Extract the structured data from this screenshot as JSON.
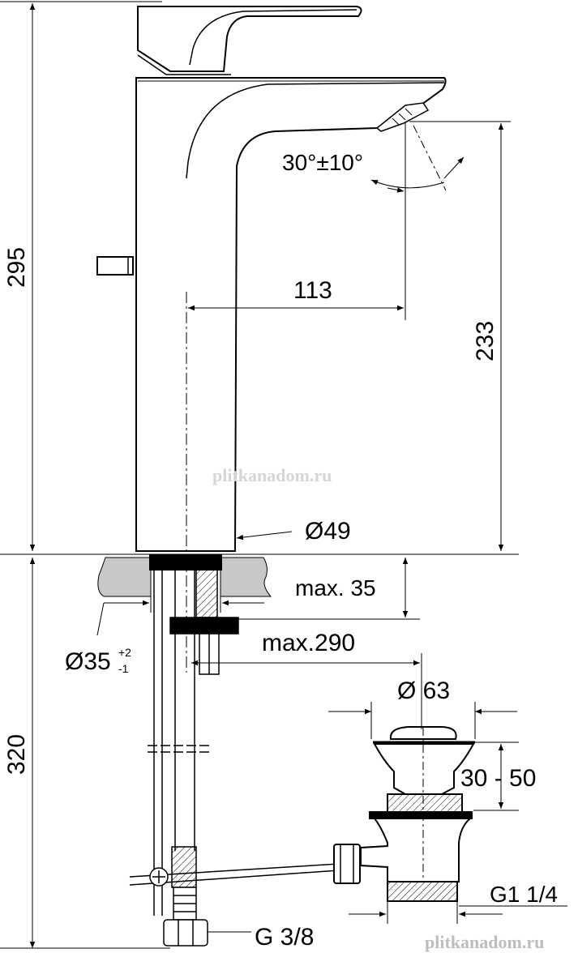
{
  "dimensions": {
    "total_height": "295",
    "spout_height": "233",
    "spout_reach": "113",
    "spout_angle": "30°±10°",
    "body_diameter": "Ø49",
    "max_deck_thickness": "max. 35",
    "hole_diameter": "Ø35",
    "hole_tol_plus": "+2",
    "hole_tol_minus": "-1",
    "max_distance": "max.290",
    "waste_diameter": "Ø 63",
    "waste_range": "30 - 50",
    "below_height": "320",
    "waste_thread": "G1 1/4",
    "hose_thread": "G 3/8"
  },
  "watermark": {
    "center": "plitkanadom.ru",
    "corner": "plitkanadom.ru"
  },
  "colors": {
    "line": "#000000",
    "deck": "#c8c8c8",
    "watermark": "#d6d6d6",
    "watermark_corner": "#bdbdbd"
  }
}
